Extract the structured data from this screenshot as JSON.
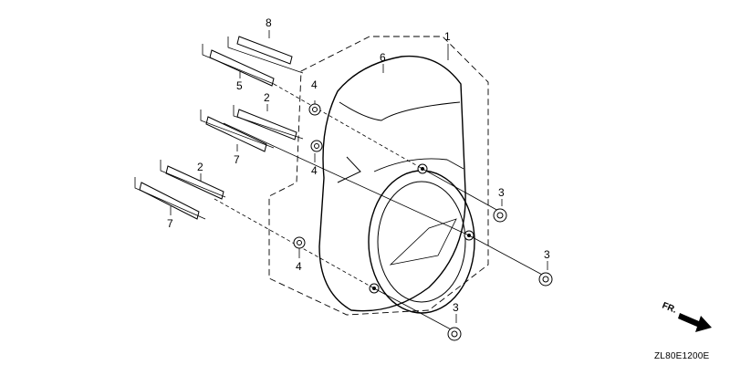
{
  "diagram": {
    "callouts": [
      "1",
      "2",
      "2",
      "3",
      "3",
      "3",
      "4",
      "4",
      "4",
      "5",
      "6",
      "7",
      "7",
      "8"
    ],
    "direction_label": "FR.",
    "drawing_code": "ZL80E1200E"
  }
}
